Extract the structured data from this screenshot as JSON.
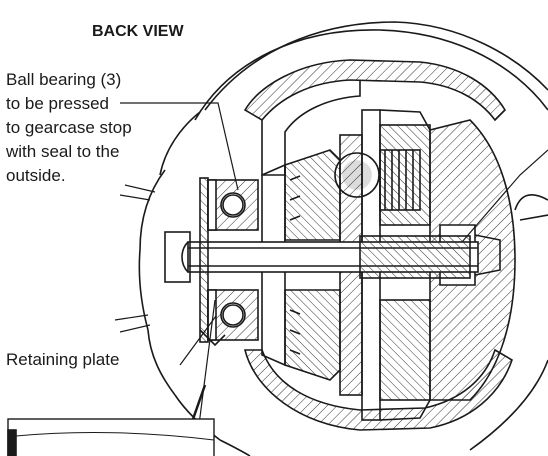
{
  "title": "BACK VIEW",
  "callouts": {
    "bearing": [
      "Ball bearing (3)",
      "to be pressed",
      "to gearcase stop",
      "with seal to the",
      "outside."
    ],
    "retaining_plate": "Retaining plate"
  },
  "colors": {
    "ink": "#1a1a1a",
    "paper": "#ffffff",
    "hatch": "#333333"
  }
}
